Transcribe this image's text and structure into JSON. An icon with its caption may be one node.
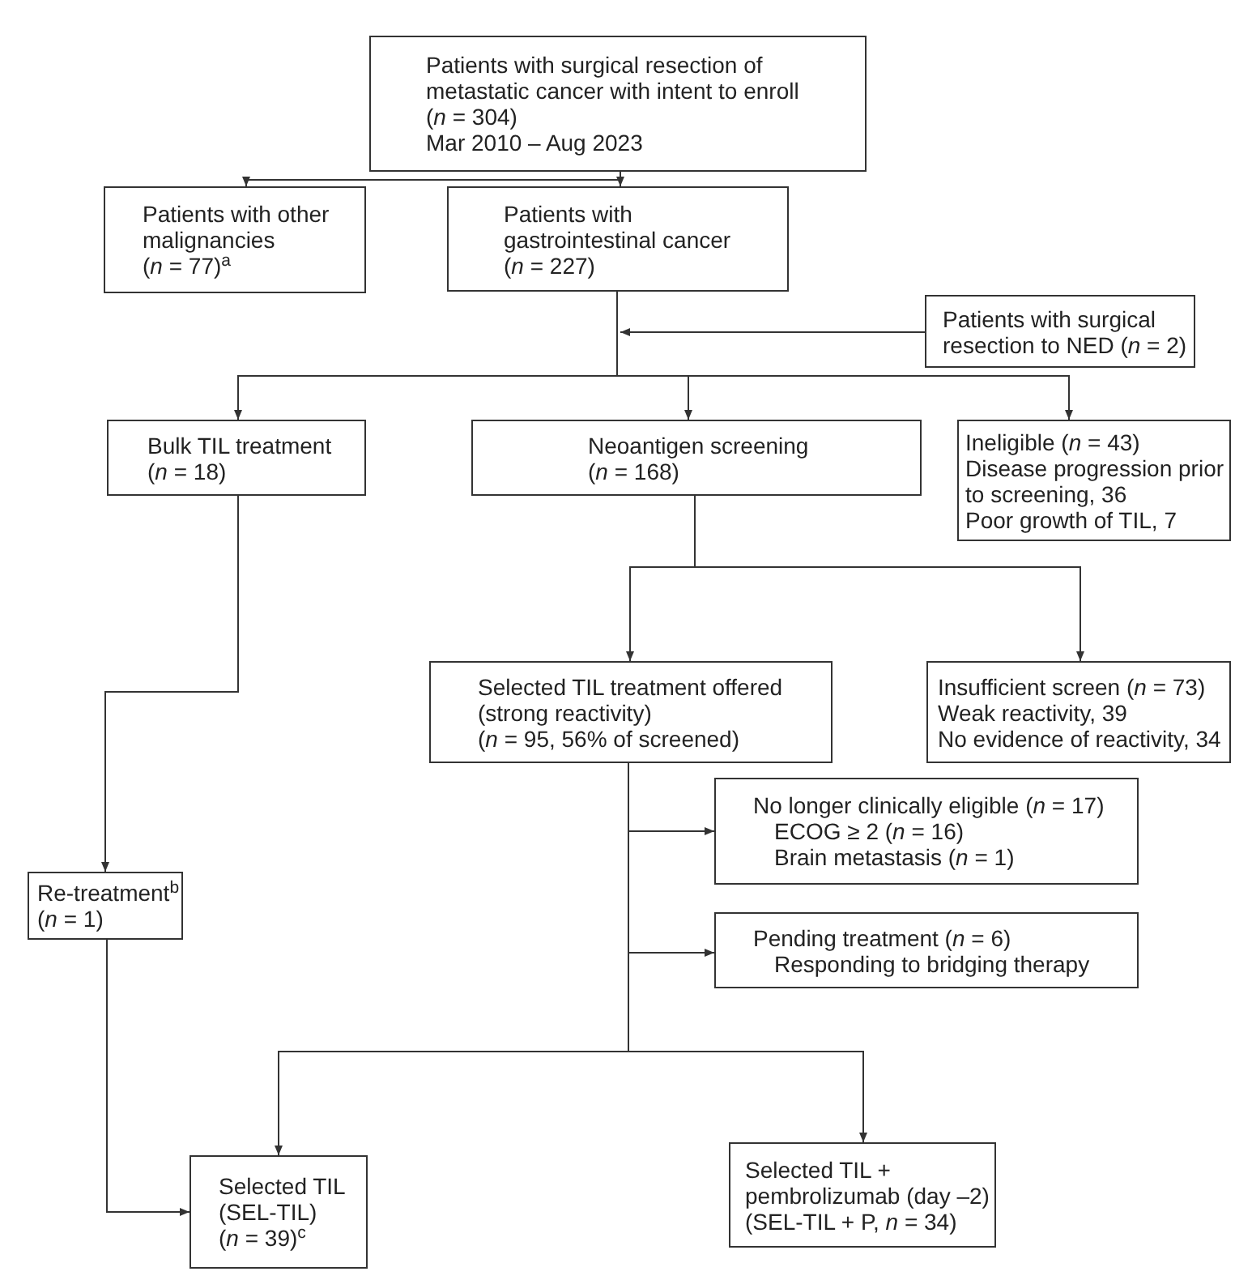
{
  "diagram": {
    "nodes": [
      {
        "text": [
          "Patients with surgical resection of metastatic cancer with intent to enroll",
          "(*n* = 304)",
          "Mar 2010 – Aug 2023"
        ]
      },
      {
        "text": [
          "Patients with other malignancies",
          "(*n* = 77)$^{a}$"
        ]
      },
      {
        "text": [
          "Patients with gastrointestinal cancer",
          "(*n* = 227)"
        ]
      },
      {
        "text": [
          "Patients with surgical resection to NED (*n* = 2)"
        ]
      },
      {
        "text": [
          "Bulk TIL treatment",
          "(*n* = 18)"
        ]
      },
      {
        "text": [
          "Neoantigen screening",
          "(*n* = 168)"
        ]
      },
      {
        "text": [
          "Ineligible (*n* = 43)",
          "Disease progression prior to screening, 36",
          "Poor growth of TIL, 7"
        ]
      },
      {
        "text": [
          "Selected TIL treatment offered (strong reactivity)",
          "(*n* = 95, 56% of screened)"
        ]
      },
      {
        "text": [
          "Insufficient screen (*n* = 73)",
          "Weak reactivity, 39",
          "No evidence of reactivity, 34"
        ]
      },
      {
        "text": [
          "Re-treatment$^{b}$",
          "(*n* = 1)"
        ]
      },
      {
        "text": [
          "No longer clinically eligible (*n* = 17)",
          "ECOG ≥ 2 (*n* = 16)",
          "Brain metastasis (*n* = 1)"
        ]
      },
      {
        "text": [
          "Pending treatment (*n* = 6)",
          "Responding to bridging therapy"
        ]
      },
      {
        "text": [
          "Selected TIL (SEL-TIL)",
          "(*n* = 39)$^{c}$"
        ]
      },
      {
        "text": [
          "Selected TIL + pembrolizumab (day –2)",
          "(SEL-TIL + P, *n* = 34)"
        ]
      }
    ],
    "edges": [
      {
        "from": 0,
        "to": 1,
        "arrow": "to"
      },
      {
        "from": 0,
        "to": 2,
        "arrow": "to"
      },
      {
        "from": 2,
        "to": 4,
        "arrow": "to"
      },
      {
        "from": 2,
        "to": 5,
        "arrow": "to"
      },
      {
        "from": 2,
        "to": 6,
        "arrow": "to"
      },
      {
        "from": 3,
        "to": 2,
        "arrow": "to"
      },
      {
        "from": 5,
        "to": 7,
        "arrow": "to"
      },
      {
        "from": 5,
        "to": 8,
        "arrow": "to"
      },
      {
        "from": 4,
        "to": 9,
        "arrow": "to"
      },
      {
        "from": 7,
        "to": 10,
        "arrow": "to"
      },
      {
        "from": 7,
        "to": 11,
        "arrow": "to"
      },
      {
        "from": 7,
        "to": 12,
        "arrow": "to"
      },
      {
        "from": 7,
        "to": 13,
        "arrow": "to"
      },
      {
        "from": 9,
        "to": 12,
        "arrow": "to"
      }
    ]
  }
}
